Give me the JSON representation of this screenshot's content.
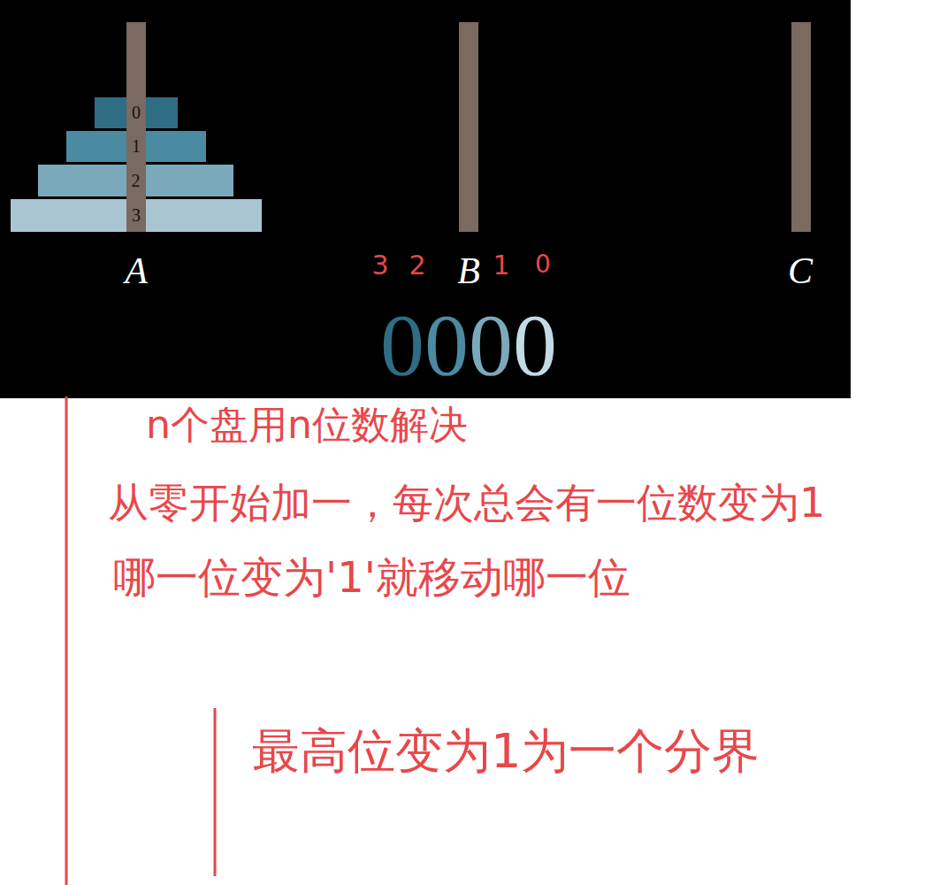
{
  "diagram": {
    "nodes": [
      {
        "text": [
          "0"
        ]
      },
      {
        "text": [
          "1"
        ]
      },
      {
        "text": [
          "2"
        ]
      },
      {
        "text": [
          "3"
        ]
      }
    ],
    "labels": [
      "A",
      "3",
      "2",
      "B",
      "1",
      "0",
      "C",
      "0000",
      "n个盘用n位数解决",
      "从零开始加一，每次总会有一位数变为1",
      "哪一位变为'1'就移动哪一位",
      "最高位变为1为一个分界"
    ]
  }
}
